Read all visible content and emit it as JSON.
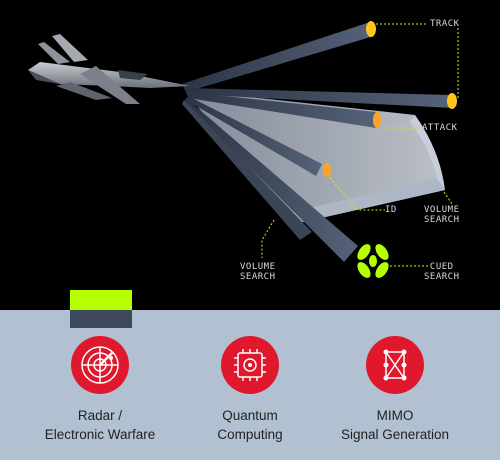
{
  "diagram": {
    "labels": {
      "track": "TRACK",
      "attack": "ATTACK",
      "id": "ID",
      "volume_search_right": "VOLUME\nSEARCH",
      "volume_search_bottom": "VOLUME\nSEARCH",
      "cued_search": "CUED\nSEARCH"
    },
    "colors": {
      "highlight": "#b5ff00",
      "beam_dot": "#ffc61a",
      "leader_line": "#b5ff00"
    }
  },
  "features": [
    {
      "icon": "radar-icon",
      "label": "Radar /\nElectronic Warfare"
    },
    {
      "icon": "quantum-chip-icon",
      "label": "Quantum\nComputing"
    },
    {
      "icon": "mimo-network-icon",
      "label": "MIMO\nSignal Generation"
    }
  ],
  "colors": {
    "accent": "#e0182d",
    "panel": "#b2c1d2",
    "slate": "#3e4a5c",
    "lime": "#b5ff00"
  }
}
